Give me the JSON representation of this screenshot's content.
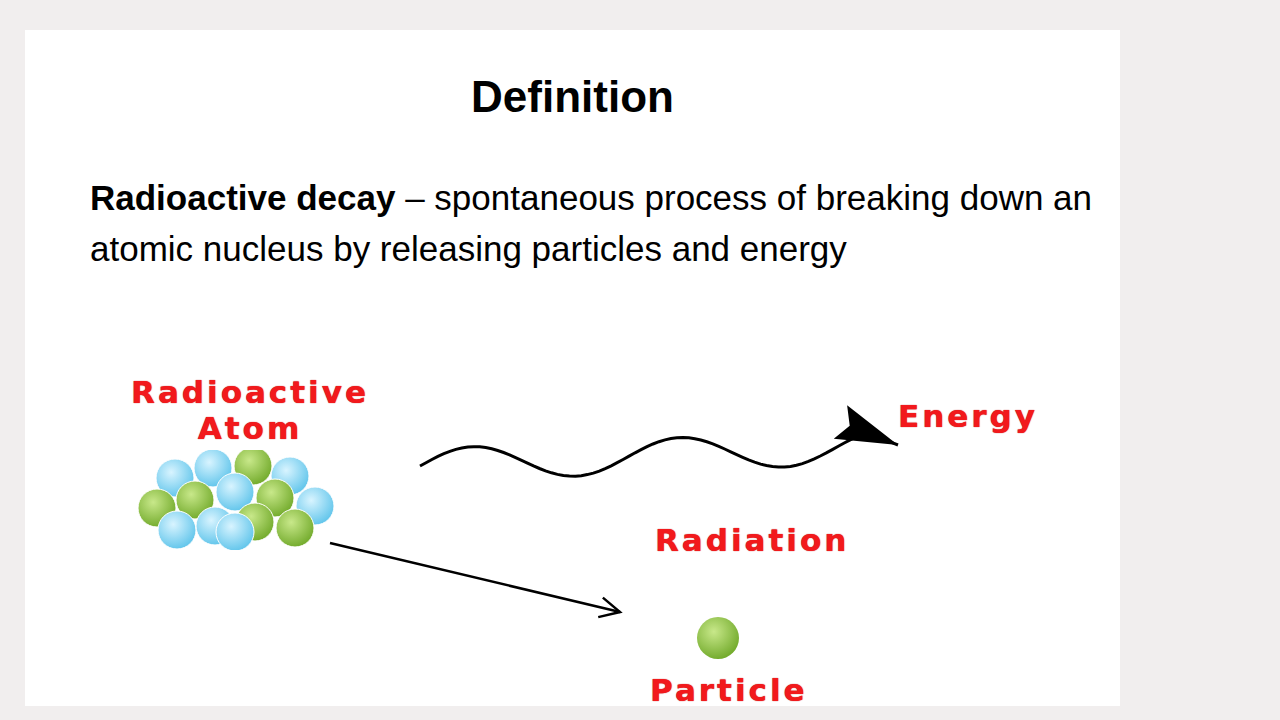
{
  "diagram": {
    "title": "Definition",
    "nodes": [
      {
        "text": [
          "Radioactive Atom"
        ]
      },
      {
        "text": [
          "Energy"
        ]
      },
      {
        "text": [
          "Particle"
        ]
      }
    ],
    "edges": [
      {
        "from": 0,
        "to": 1,
        "arrow": "to"
      },
      {
        "from": 0,
        "to": 2,
        "arrow": "to"
      }
    ],
    "labels": [
      "Radioactive decay",
      "– spontaneous process of breaking down an atomic nucleus by releasing particles and energy",
      "Radiation"
    ]
  }
}
